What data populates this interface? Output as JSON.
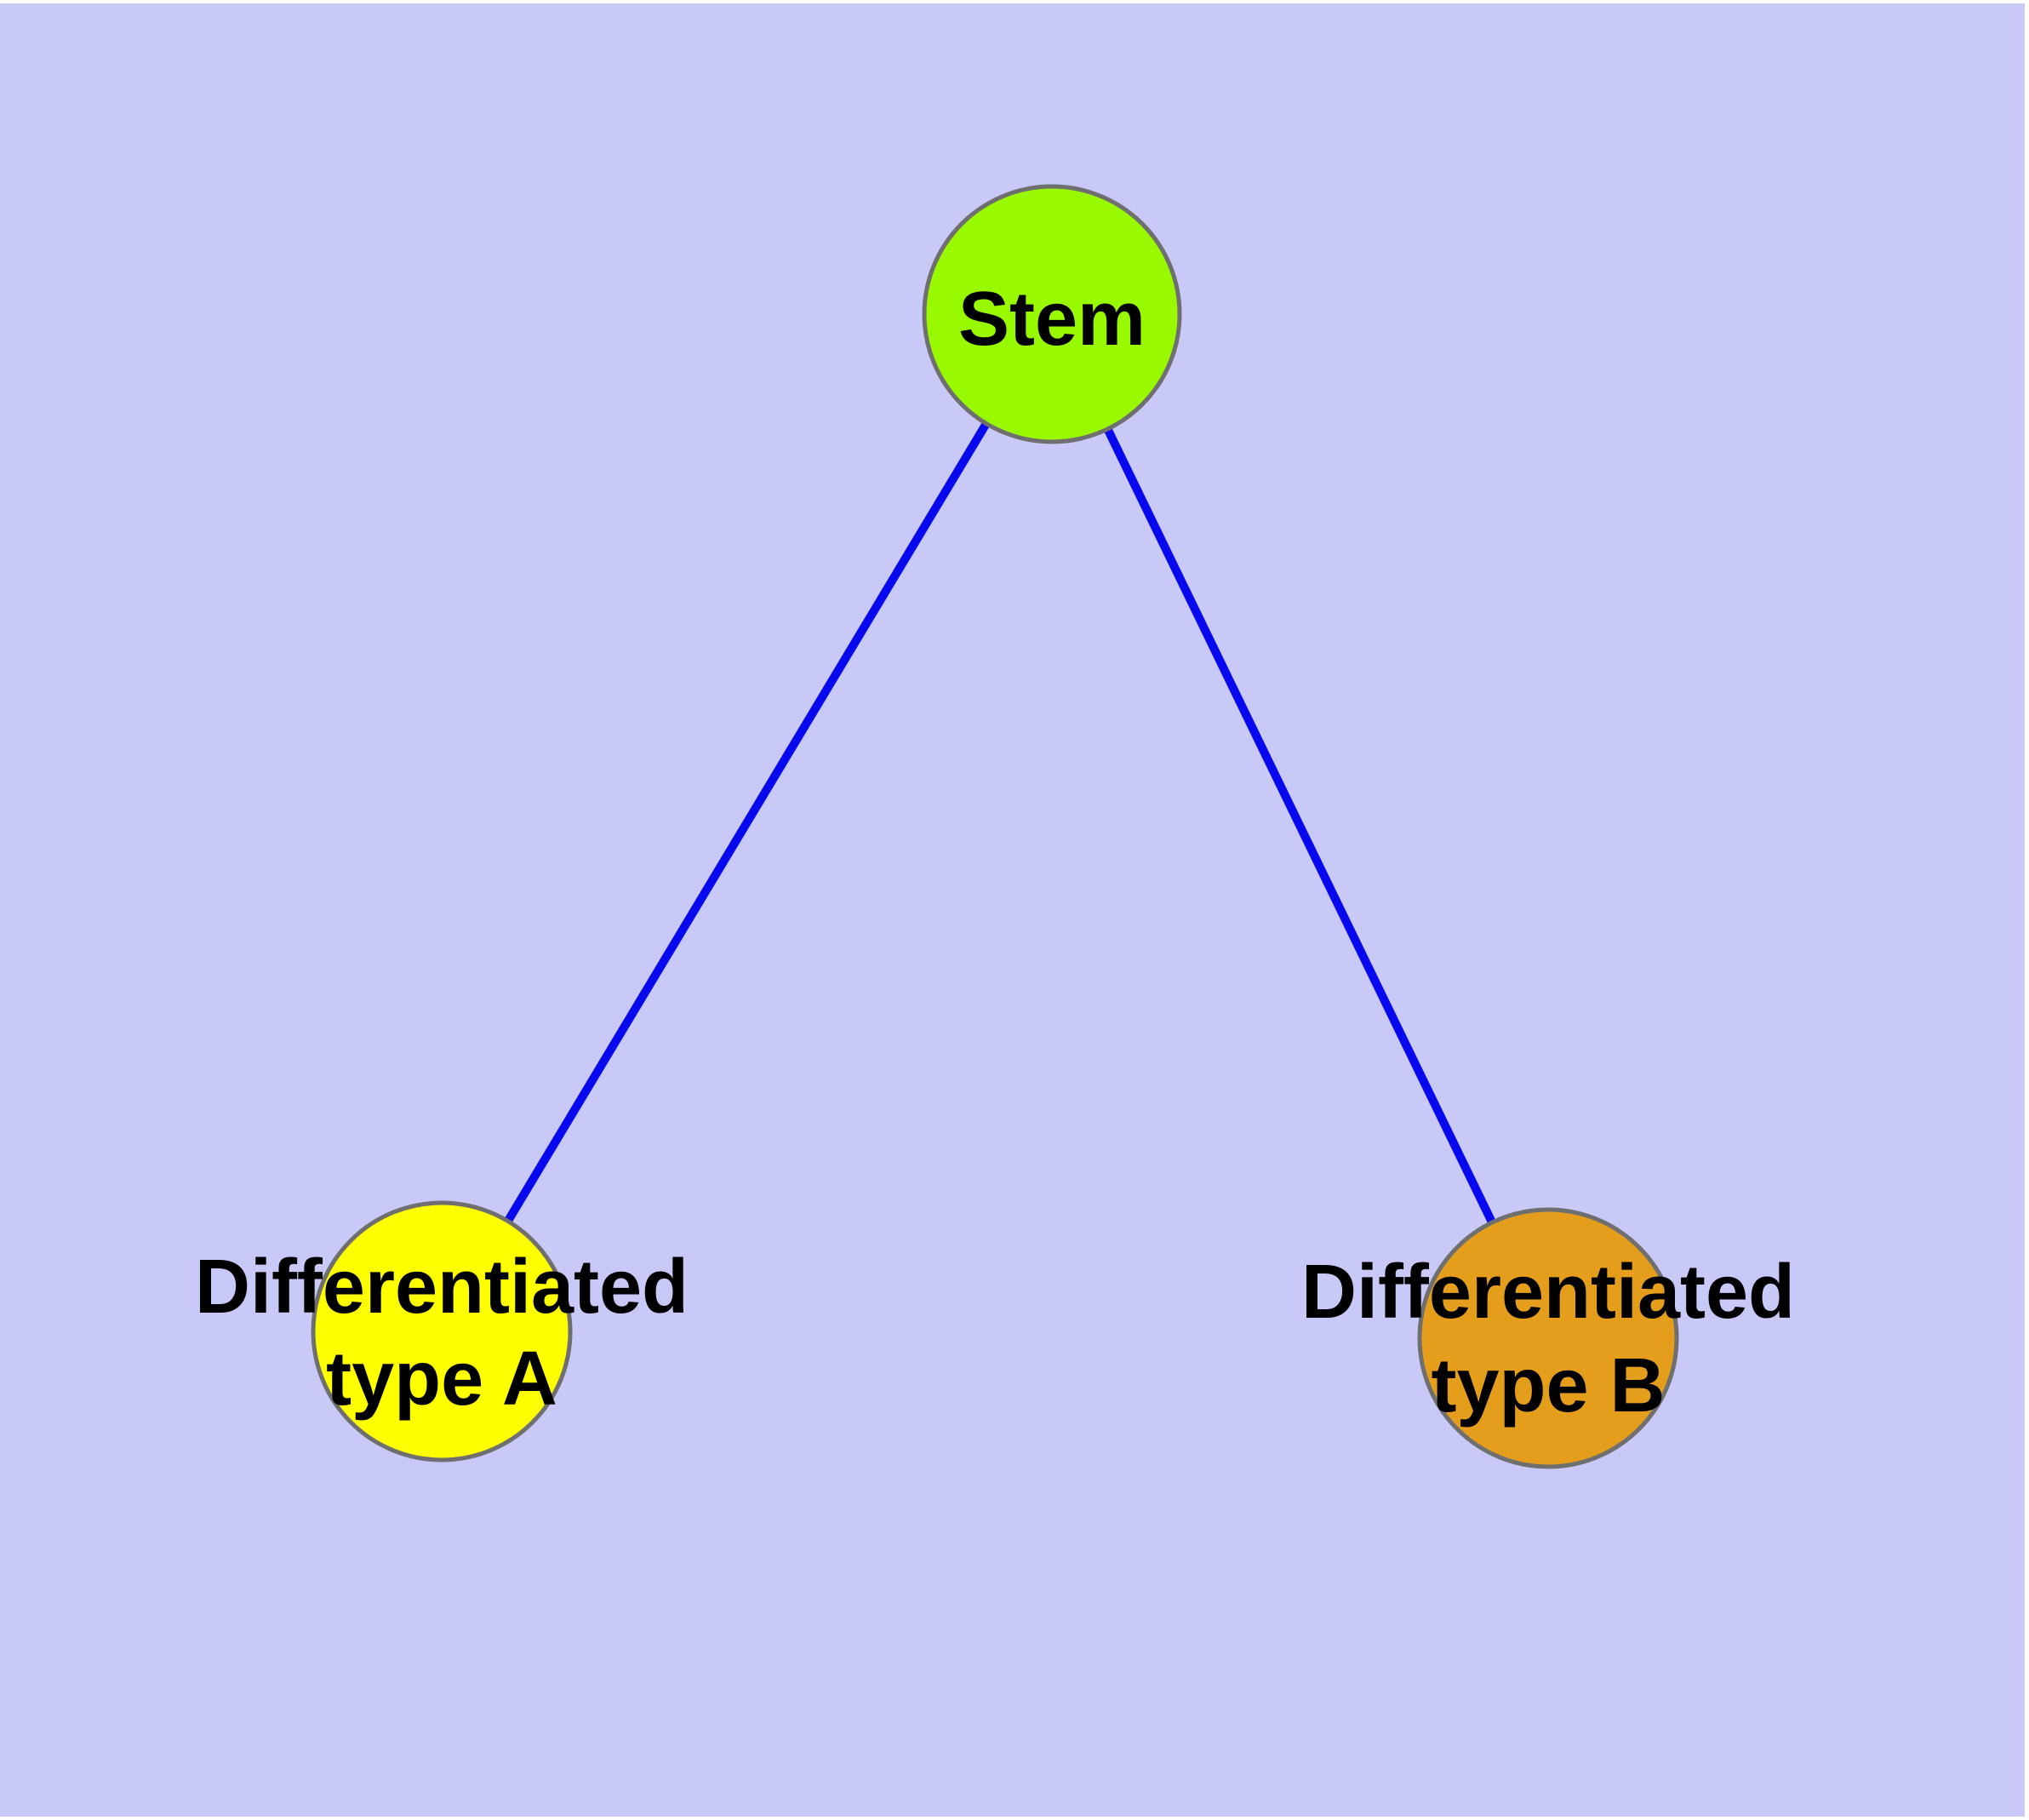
{
  "diagram": {
    "type": "node-link-graph",
    "description": "Stem cell differentiation graph: one stem node connected to two differentiated cell-type nodes",
    "colors": {
      "page_margin": "#FFFFFF",
      "canvas": "#C9C9F8",
      "edge": "#0808EE",
      "node_border": "#6F6F6F",
      "label_text": "#000000"
    },
    "nodes": [
      {
        "id": "stem",
        "label": "Stem",
        "fill": "#99FA00"
      },
      {
        "id": "differentiated-type-a",
        "label_line1": "Differentiated",
        "label_line2": "type A",
        "fill": "#FFFF00"
      },
      {
        "id": "differentiated-type-b",
        "label_line1": "Differentiated",
        "label_line2": "type B",
        "fill": "#E59E1C"
      }
    ],
    "edges": [
      {
        "from": "Stem",
        "to": "Differentiated type A"
      },
      {
        "from": "Stem",
        "to": "Differentiated type B"
      }
    ]
  }
}
